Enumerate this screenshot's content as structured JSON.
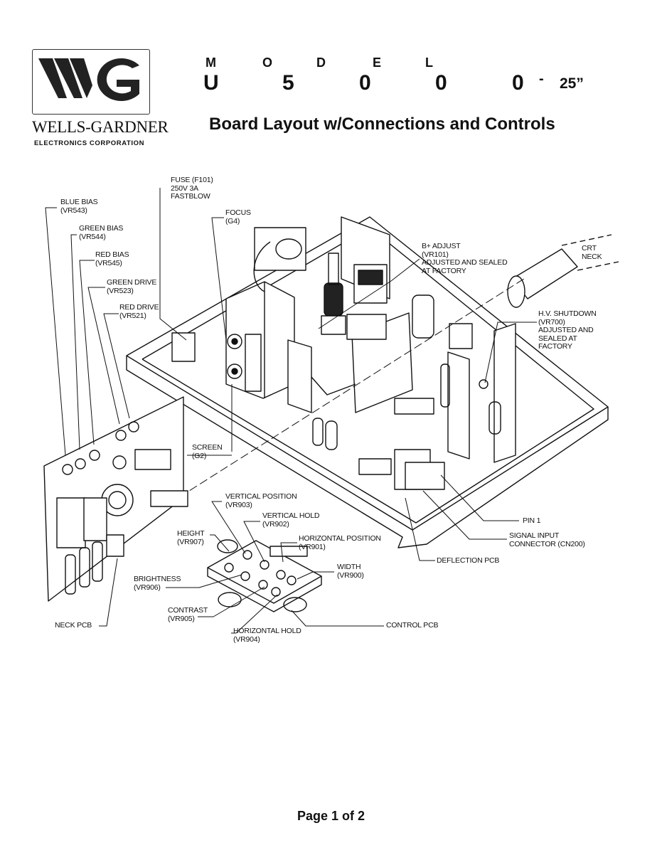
{
  "logo": {
    "brand": "WELLS-GARDNER",
    "sub": "ELECTRONICS CORPORATION"
  },
  "model": {
    "letters": [
      "M",
      "O",
      "D",
      "E",
      "L"
    ],
    "digits": [
      "U",
      "5",
      "0",
      "0",
      "0"
    ],
    "dash": "-",
    "size": "25”"
  },
  "title": "Board Layout w/Connections and Controls",
  "labels": {
    "fuse": "FUSE (F101)\n250V 3A\nFASTBLOW",
    "blue_bias": "BLUE BIAS\n(VR543)",
    "green_bias": "GREEN BIAS\n(VR544)",
    "red_bias": "RED BIAS\n(VR545)",
    "green_drive": "GREEN DRIVE\n(VR523)",
    "red_drive": "RED DRIVE\n(VR521)",
    "focus": "FOCUS\n(G4)",
    "b_adjust": "B+ ADJUST\n(VR101)\nADJUSTED AND SEALED\nAT FACTORY",
    "crt_neck": "CRT\nNECK",
    "hv_shutdown": "H.V. SHUTDOWN\n(VR700)\nADJUSTED AND\nSEALED AT\nFACTORY",
    "screen": "SCREEN\n(G2)",
    "vertical_position": "VERTICAL POSITION\n(VR903)",
    "vertical_hold": "VERTICAL HOLD\n(VR902)",
    "height": "HEIGHT\n(VR907)",
    "horizontal_position": "HORIZONTAL POSITION\n(VR901)",
    "width": "WIDTH\n(VR900)",
    "brightness": "BRIGHTNESS\n(VR906)",
    "contrast": "CONTRAST\n(VR905)",
    "horizontal_hold": "HORIZONTAL HOLD\n(VR904)",
    "neck_pcb": "NECK PCB",
    "control_pcb": "CONTROL PCB",
    "pin1": "PIN 1",
    "signal_input": "SIGNAL INPUT\nCONNECTOR (CN200)",
    "deflection_pcb": "DEFLECTION PCB"
  },
  "footer": "Page 1 of 2"
}
